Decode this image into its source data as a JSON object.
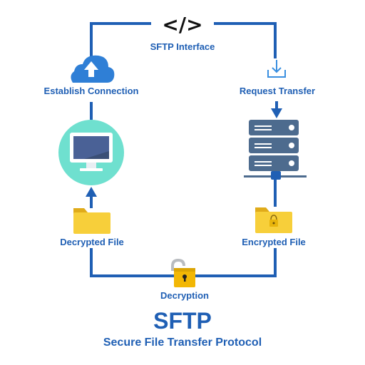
{
  "labels": {
    "interface": "SFTP Interface",
    "connect": "Establish Connection",
    "request": "Request Transfer",
    "decrypted": "Decrypted File",
    "encrypted": "Encrypted File",
    "decryption": "Decryption"
  },
  "title": "SFTP",
  "subtitle": "Secure File Transfer Protocol",
  "code_glyph": "</>",
  "colors": {
    "line": "#1f5fb4",
    "cloud": "#2f7fd6",
    "monitor_circle": "#6fe0cf",
    "server": "#4d6b8e",
    "folder": "#f7cf3a",
    "lock": "#f2b705"
  },
  "icons": [
    "code-icon",
    "cloud-upload-icon",
    "download-icon",
    "monitor-icon",
    "server-icon",
    "folder-icon",
    "locked-folder-icon",
    "padlock-icon"
  ]
}
